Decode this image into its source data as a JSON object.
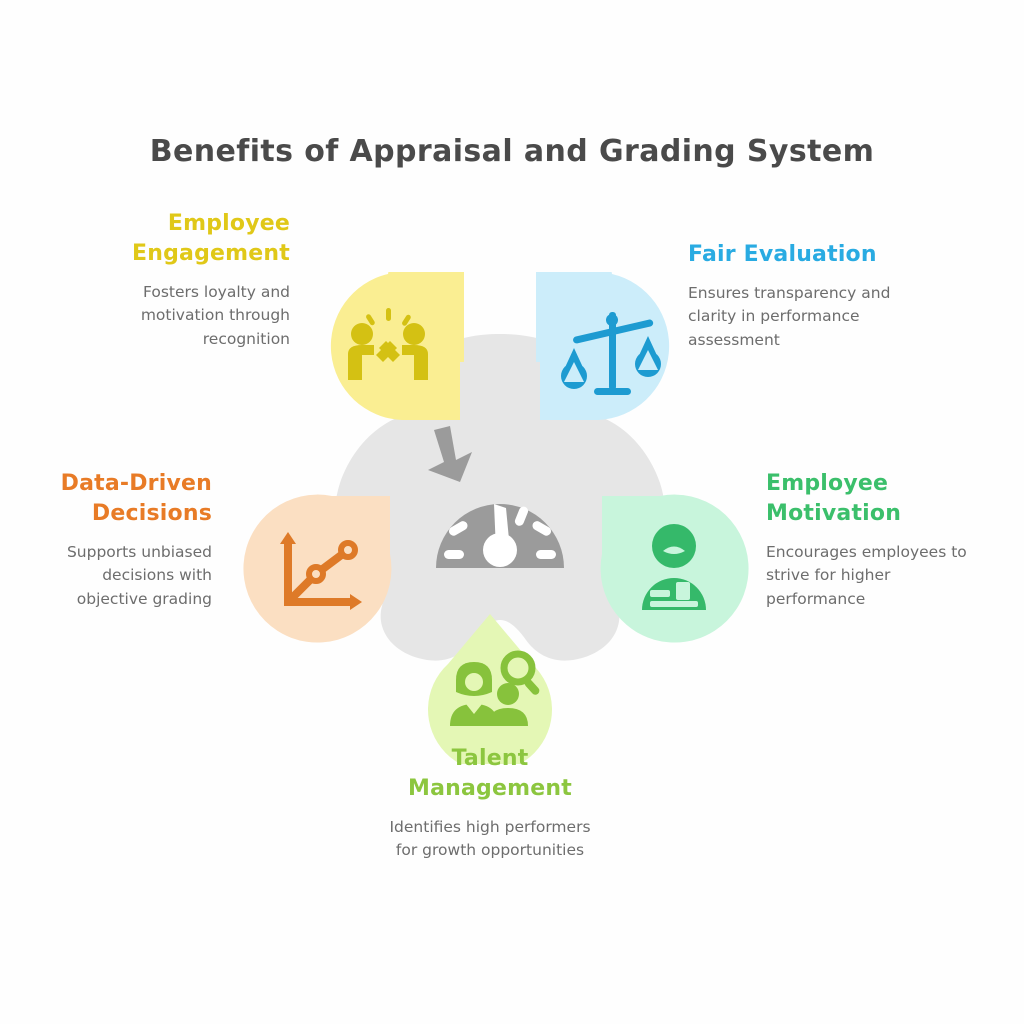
{
  "title": "Benefits of Appraisal and Grading System",
  "center": {
    "icon": "speedometer-gauge-icon",
    "color": "#9b9b9b",
    "blob_color": "#e6e6e6"
  },
  "benefits": [
    {
      "key": "employee_engagement",
      "heading": "Employee Engagement",
      "description": "Fosters loyalty and motivation through recognition",
      "heading_color": "#E0C818",
      "petal_fill": "#FAEE92",
      "icon_color": "#D4C113",
      "icon": "high-five-people-icon",
      "position": "top-left"
    },
    {
      "key": "fair_evaluation",
      "heading": "Fair Evaluation",
      "description": "Ensures transparency and clarity in performance assessment",
      "heading_color": "#29ABE2",
      "petal_fill": "#CCEDFA",
      "icon_color": "#1D9BD1",
      "icon": "balance-scales-icon",
      "position": "top-right"
    },
    {
      "key": "data_driven_decisions",
      "heading": "Data-Driven Decisions",
      "description": "Supports unbiased decisions with objective grading",
      "heading_color": "#E87B26",
      "petal_fill": "#FBDFC2",
      "icon_color": "#DE7A28",
      "icon": "line-chart-axes-icon",
      "position": "mid-left"
    },
    {
      "key": "employee_motivation",
      "heading": "Employee Motivation",
      "description": "Encourages employees to strive for higher performance",
      "heading_color": "#3BBF6B",
      "petal_fill": "#C8F5DC",
      "icon_color": "#35B96A",
      "icon": "person-avatar-icon",
      "position": "mid-right"
    },
    {
      "key": "talent_management",
      "heading": "Talent Management",
      "description": "Identifies high performers for growth opportunities",
      "heading_color": "#8CC63F",
      "petal_fill": "#E4F7B5",
      "icon_color": "#87C23C",
      "icon": "people-search-magnifier-icon",
      "position": "bottom"
    }
  ]
}
